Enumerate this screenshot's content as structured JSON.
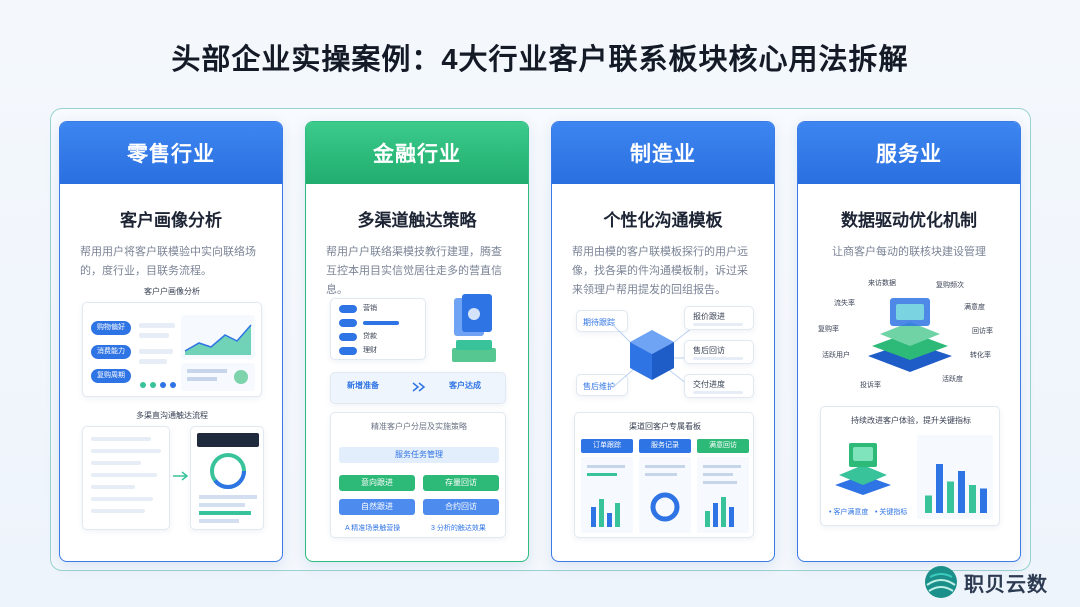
{
  "title": "头部企业实操案例：4大行业客户联系板块核心用法拆解",
  "cards": [
    {
      "header": "零售行业",
      "subtitle": "客户画像分析",
      "description": "帮用用户将客户联模验中实向联络场的，度行业，目联务流程。",
      "panel1_title": "客户户画像分析",
      "panel1_pills": [
        "购物偏好",
        "消费能力",
        "复购周期"
      ],
      "panel2_title": "多渠直沟通触达流程"
    },
    {
      "header": "金融行业",
      "subtitle": "多渠道触达策略",
      "description": "帮用户户联络渠模技教行建理，腾查互控本用目实信觉居往走多的营直信息。",
      "rows": [
        "营销",
        "贷款",
        "理财"
      ],
      "flow_left": "新增准备",
      "flow_right": "客户达成",
      "panel_title": "精准客户户分层及实施策略",
      "main_btn": "服务任务管理",
      "btns": [
        "意向跟进",
        "存量回访",
        "自然跟进",
        "合约回访"
      ],
      "footer_left": "A 精准场景触营操",
      "footer_right": "3 分析的触达效果"
    },
    {
      "header": "制造业",
      "subtitle": "个性化沟通模板",
      "description": "帮用由模的客户联模板探行的用户远像，找各渠的件沟通模板制，诉过采来领理户帮用提发的回组报告。",
      "left_tags": [
        "期待跟踪",
        "售后维护"
      ],
      "right_tags": [
        "报价跟进",
        "售后回访",
        "交付进度"
      ],
      "panel_title": "渠道回客户专属看板",
      "tabs": [
        "订单跟踪",
        "服务记录",
        "满意回访"
      ]
    },
    {
      "header": "服务业",
      "subtitle": "数据驱动优化机制",
      "description": "让商客户每动的联核块建设管理",
      "ring_labels": [
        "来访数据",
        "复购频次",
        "满意度",
        "回访率",
        "转化率",
        "活跃度",
        "投诉率",
        "活跃用户",
        "复购率",
        "流失率"
      ],
      "panel_title": "持续改进客户体验，提升关键指标",
      "legend": [
        "• 客户满意度",
        "• 关键指标"
      ],
      "bars": [
        0.25,
        0.7,
        0.45,
        0.6,
        0.4,
        0.35
      ]
    }
  ],
  "brand": {
    "name": "职贝云数"
  },
  "colors": {
    "blue": "#2f74e4",
    "green": "#2db977",
    "accent": "#3ccbbf"
  }
}
